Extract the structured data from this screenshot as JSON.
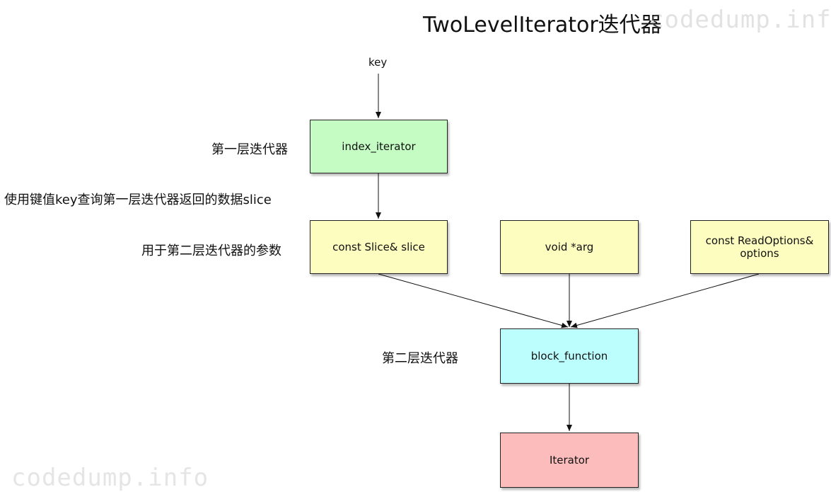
{
  "title": "TwoLevelIterator迭代器",
  "watermark": "codedump.info",
  "entry_label": "key",
  "nodes": {
    "index_iterator": {
      "label": "index_iterator",
      "color": "#c4fcc4"
    },
    "slice": {
      "label": "const Slice& slice",
      "color": "#fdfdbf"
    },
    "arg": {
      "label": "void *arg",
      "color": "#fdfdbf"
    },
    "options": {
      "label": "const ReadOptions&\noptions",
      "color": "#fdfdbf"
    },
    "block_function": {
      "label": "block_function",
      "color": "#bcfdfd"
    },
    "iterator": {
      "label": "Iterator",
      "color": "#fdbcbc"
    }
  },
  "annotations": {
    "first_level": "第一层迭代器",
    "query_desc": "使用键值key查询第一层迭代器返回的数据slice",
    "second_level_params": "用于第二层迭代器的参数",
    "second_level": "第二层迭代器"
  },
  "edges": [
    {
      "from": "key",
      "to": "index_iterator"
    },
    {
      "from": "index_iterator",
      "to": "slice"
    },
    {
      "from": "slice",
      "to": "block_function"
    },
    {
      "from": "arg",
      "to": "block_function"
    },
    {
      "from": "options",
      "to": "block_function"
    },
    {
      "from": "block_function",
      "to": "iterator"
    }
  ]
}
